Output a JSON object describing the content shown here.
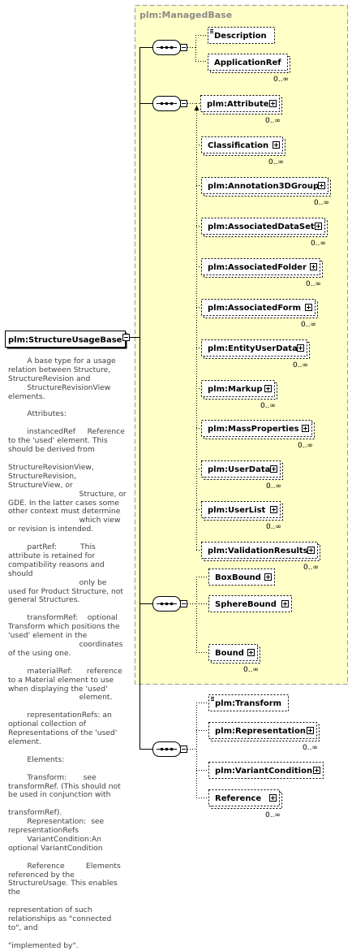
{
  "group_title": "plm:ManagedBase",
  "root": {
    "label": "plm:StructureUsageBase",
    "icon": "expander-minus-icon"
  },
  "elements": [
    {
      "label": "Description",
      "optional": true,
      "doc_icon": true,
      "cardinality": ""
    },
    {
      "label": "ApplicationRef",
      "optional": true,
      "expandable": false,
      "cardinality": "0..∞"
    },
    {
      "label": "plm:Attribute",
      "optional": true,
      "expandable": true,
      "cardinality": "0..∞"
    },
    {
      "label": "Classification",
      "optional": true,
      "expandable": true,
      "cardinality": "0..∞"
    },
    {
      "label": "plm:Annotation3DGroup",
      "optional": true,
      "expandable": true,
      "cardinality": "0..∞"
    },
    {
      "label": "plm:AssociatedDataSet",
      "optional": true,
      "expandable": true,
      "cardinality": "0..∞"
    },
    {
      "label": "plm:AssociatedFolder",
      "optional": true,
      "expandable": true,
      "cardinality": "0..∞"
    },
    {
      "label": "plm:AssociatedForm",
      "optional": true,
      "expandable": true,
      "cardinality": "0..∞"
    },
    {
      "label": "plm:EntityUserData",
      "optional": true,
      "expandable": true,
      "cardinality": "0..∞"
    },
    {
      "label": "plm:Markup",
      "optional": true,
      "expandable": true,
      "cardinality": "0..∞"
    },
    {
      "label": "plm:MassProperties",
      "optional": true,
      "expandable": true,
      "cardinality": "0..∞"
    },
    {
      "label": "plm:UserData",
      "optional": true,
      "expandable": true,
      "cardinality": "0..∞"
    },
    {
      "label": "plm:UserList",
      "optional": true,
      "expandable": true,
      "cardinality": "0..∞"
    },
    {
      "label": "plm:ValidationResults",
      "optional": true,
      "expandable": true,
      "cardinality": "0..∞"
    },
    {
      "label": "BoxBound",
      "optional": true,
      "expandable": true,
      "cardinality": ""
    },
    {
      "label": "SphereBound",
      "optional": true,
      "expandable": true,
      "cardinality": ""
    },
    {
      "label": "Bound",
      "optional": true,
      "expandable": true,
      "cardinality": "0..∞"
    },
    {
      "label": "plm:Transform",
      "optional": true,
      "doc_icon": true,
      "cardinality": ""
    },
    {
      "label": "plm:Representation",
      "optional": true,
      "expandable": true,
      "cardinality": "0..∞"
    },
    {
      "label": "plm:VariantCondition",
      "optional": true,
      "expandable": true,
      "cardinality": ""
    },
    {
      "label": "Reference",
      "optional": true,
      "expandable": true,
      "cardinality": "0..∞"
    }
  ],
  "documentation": "        A base type for a usage relation between Structure, StructureRevision and\n        StructureRevisionView elements.\n\n        Attributes:\n\n        instancedRef     Reference to the 'used' element. This should be derived from\n\nStructureRevisionView, StructureRevision, StructureView, or\n                              Structure, or GDE. In the latter cases some other context must determine\n                              which view or revision is intended.\n\n        partRef:          This attribute is retained for compatibility reasons and should\n                              only be used for Product Structure, not general Structures.\n\n        transformRef:    optional Transform which positions the 'used' element in the\n                              coordinates of the using one.\n\n        materialRef:      reference to a Material element to use when displaying the 'used'\n                              element.\n\n        representationRefs: an optional collection of Representations of the 'used' element.\n\n        Elements:\n\n        Transform:       see transformRef. (This should not be used in conjunction with\n                              transformRef).\n        Representation:  see representationRefs\n        VariantCondition:An optional VariantCondition\n\n        Reference         Elements referenced by the StructureUsage. This enables the\n                              representation of such relationships as \"connected to\", and\n                              \"implemented by\"."
}
